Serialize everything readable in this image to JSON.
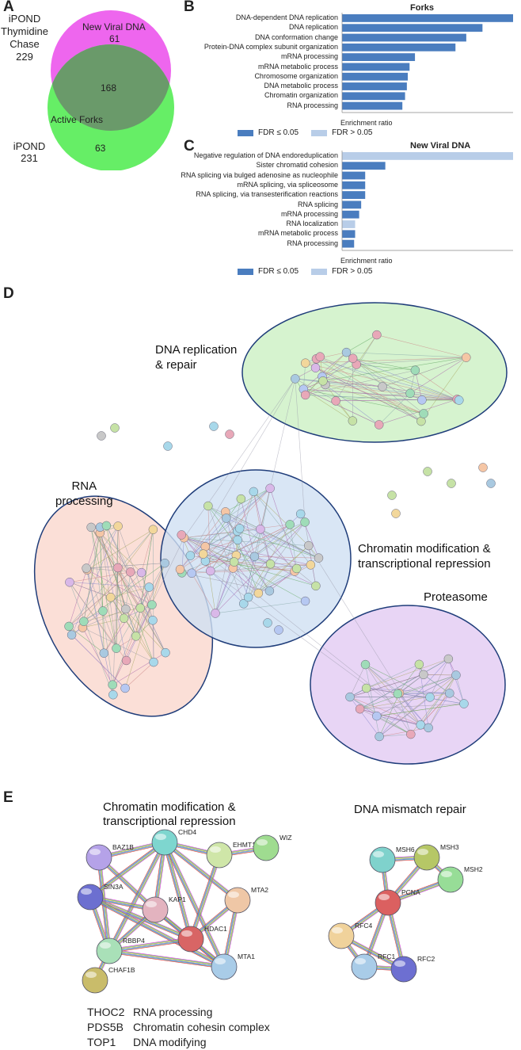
{
  "panels": {
    "a": "A",
    "b": "B",
    "c": "C",
    "d": "D",
    "e": "E"
  },
  "venn": {
    "ipond_thymidine": [
      "iPOND",
      "Thymidine",
      "Chase 229"
    ],
    "new_viral_dna_label": "New Viral DNA",
    "new_viral_only": "61",
    "overlap": "168",
    "active_forks_label": "Active Forks",
    "active_forks_only": "63",
    "ipond_label": [
      "iPOND",
      "231"
    ]
  },
  "legend": {
    "fdr_low": "FDR ≤ 0.05",
    "fdr_high": "FDR > 0.05",
    "color_low": "#4a7dbf",
    "color_high": "#b8cde8"
  },
  "chart_data": [
    {
      "type": "bar",
      "title": "Forks",
      "xlabel": "Enrichment ratio",
      "categories": [
        "DNA-dependent DNA replication",
        "DNA replication",
        "DNA conformation change",
        "Protein-DNA complex subunit organization",
        "mRNA processing",
        "mRNA metabolic process",
        "Chromosome organization",
        "DNA metabolic process",
        "Chromatin organization",
        "RNA processing"
      ],
      "values": [
        19.0,
        15.6,
        13.8,
        12.6,
        8.1,
        7.5,
        7.3,
        7.2,
        7.0,
        6.7
      ],
      "fdr_le_005": [
        true,
        true,
        true,
        true,
        true,
        true,
        true,
        true,
        true,
        true
      ],
      "xlim": [
        0,
        19
      ]
    },
    {
      "type": "bar",
      "title": "New Viral DNA",
      "xlabel": "Enrichment ratio",
      "categories": [
        "Negative regulation of DNA endoreduplication",
        "Sister chromatid cohesion",
        "RNA splicing via bulged adenosine as nucleophile",
        "mRNA splicing, via spliceosome",
        "RNA splicing, via transesterification reactions",
        "RNA splicing",
        "mRNA processing",
        "RNA localization",
        "mRNA metabolic process",
        "RNA processing"
      ],
      "values": [
        85.0,
        21.5,
        11.5,
        11.5,
        11.5,
        9.5,
        8.5,
        6.5,
        6.5,
        6.0
      ],
      "fdr_le_005": [
        false,
        true,
        true,
        true,
        true,
        true,
        true,
        false,
        true,
        true
      ],
      "xlim": [
        0,
        85
      ]
    }
  ],
  "network_d": {
    "clusters": {
      "dna_replication": [
        "DNA replication",
        "& repair"
      ],
      "rna_processing": [
        "RNA",
        "processing"
      ],
      "chromatin": [
        "Chromatin modification &",
        "transcriptional repression"
      ],
      "proteasome": "Proteasome"
    },
    "colors": {
      "green": "#c9efc0",
      "blue": "#cfe0f2",
      "pink": "#fad6cc",
      "purple": "#e5d0f2",
      "outline": "#1f3d7a"
    }
  },
  "network_e": {
    "left_title": [
      "Chromatin modification &",
      "transcriptional repression"
    ],
    "right_title": "DNA mismatch repair",
    "left_nodes": [
      "BAZ1B",
      "CHD4",
      "EHMT1",
      "WIZ",
      "SIN3A",
      "KAP1",
      "MTA2",
      "RBBP4",
      "HDAC1",
      "CHAF1B",
      "MTA1"
    ],
    "right_nodes": [
      "MSH6",
      "MSH3",
      "MSH2",
      "PCNA",
      "RFC4",
      "RFC1",
      "RFC2"
    ]
  },
  "footnotes": [
    {
      "gene": "THOC2",
      "role": "RNA processing"
    },
    {
      "gene": "PDS5B",
      "role": "Chromatin cohesin complex"
    },
    {
      "gene": "TOP1",
      "role": "DNA modifying"
    }
  ]
}
